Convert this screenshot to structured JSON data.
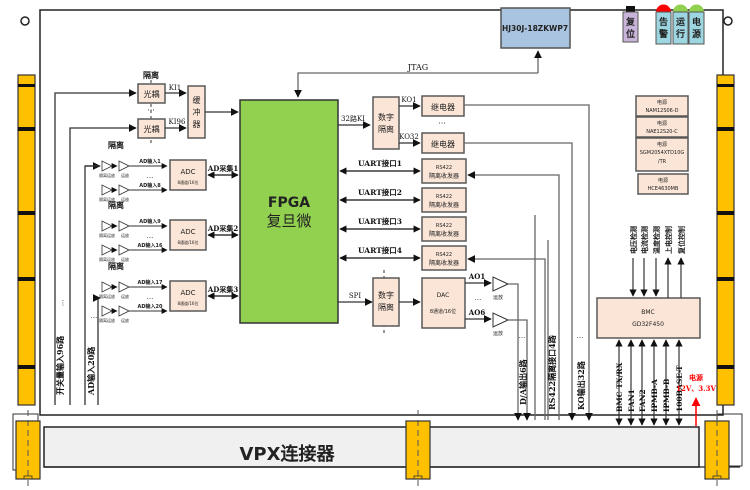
{
  "title": "Board block diagram",
  "colors": {
    "fpga": "#92d050",
    "block": "#fbe5d6",
    "hj_connector": "#a9c4e0",
    "rail": "#ffc000",
    "connector": "#f0f0f0",
    "led_red": "#ff0000",
    "led_green": "#92d050",
    "led_body": "#9dd5e0",
    "reset_body": "#c8b4d8",
    "power_label": "#ff0000"
  },
  "fpga": {
    "line1": "FPGA",
    "line2": "复旦微"
  },
  "hj_connector": {
    "label": "HJ30J-18ZKWP7"
  },
  "jtag": {
    "label": "JTAG"
  },
  "indicators": {
    "reset": {
      "label_top": "复",
      "label_bottom": "位"
    },
    "alarm": {
      "label_top": "告",
      "label_bottom": "警"
    },
    "run": {
      "label_top": "运",
      "label_bottom": "行"
    },
    "power": {
      "label_top": "电",
      "label_bottom": "源"
    }
  },
  "switch_input": {
    "isolation_label": "隔离",
    "optocoupler_label": "光耦",
    "ki_first": "KI1",
    "ki_last": "KI96",
    "buffer_label": "缓冲器",
    "ellipsis": "···",
    "bus_label": "开关量输入96路"
  },
  "ad_input": {
    "isolation_label": "隔离",
    "iso_amp_label": "隔离运放",
    "amp_label": "运放",
    "bus_label": "AD输入20路",
    "ellipsis": "···",
    "groups": [
      {
        "in_first": "AD输入1",
        "in_last": "AD输入8",
        "adc_label": "ADC",
        "adc_sub": "8通道/16位",
        "link_label": "AD采集1"
      },
      {
        "in_first": "AD输入9",
        "in_last": "AD输入16",
        "adc_label": "ADC",
        "adc_sub": "8通道/16位",
        "link_label": "AD采集2"
      },
      {
        "in_first": "AD输入17",
        "in_last": "AD输入20",
        "adc_label": "ADC",
        "adc_sub": "8通道/16位",
        "link_label": "AD采集3"
      }
    ]
  },
  "ko": {
    "bus_label": "32路KI",
    "digital_iso": "数字隔离",
    "ko_first": "KO1",
    "ko_last": "KO32",
    "relay_label": "继电器",
    "ellipsis": "···",
    "out_label": "KO输出32路"
  },
  "uart": {
    "transceiver_line1": "RS422",
    "transceiver_line2": "隔离收发器",
    "ports": [
      "UART接口1",
      "UART接口2",
      "UART接口3",
      "UART接口4"
    ],
    "out_label": "RS422隔离接口4路"
  },
  "da": {
    "spi_label": "SPI",
    "digital_iso": "数字隔离",
    "dac_label": "DAC",
    "dac_sub": "8通道/16位",
    "ao_first": "AO1",
    "ao_last": "AO6",
    "amp_label": "运放",
    "ellipsis": "···",
    "out_label": "D/A输出6路"
  },
  "power_modules": [
    {
      "line1": "电源",
      "line2": "NAM12S06-D"
    },
    {
      "line1": "电源",
      "line2": "NAE12S20-C"
    },
    {
      "line1": "电源",
      "line2": "SGM2054XTD10G",
      "line3": "/TR"
    },
    {
      "line1": "电源",
      "line2": "HCE4630MB"
    }
  ],
  "bmc": {
    "line1": "BMC",
    "line2": "GD32F450",
    "monitors": [
      "电压检测",
      "电流检测",
      "温度检测",
      "上电控制",
      "复位控制"
    ],
    "signals": [
      "BMC TX/RX",
      "FAN1",
      "FAN2",
      "IPMB-A",
      "IPMB-B",
      "100BASE-T"
    ]
  },
  "power_input": {
    "line1": "电源",
    "line2": "12V、3.3V"
  },
  "vpx": {
    "label": "VPX连接器"
  }
}
